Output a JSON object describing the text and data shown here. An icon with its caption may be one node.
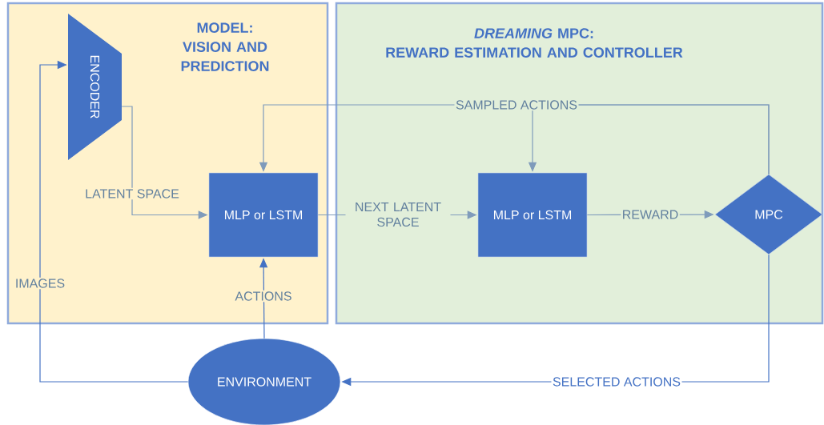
{
  "diagram": {
    "nodes": [
      {
        "text": [
          "MODEL:",
          "VISION AND PREDICTION"
        ]
      },
      {
        "text": [
          "*DREAMING* MPC:",
          "REWARD ESTIMATION AND CONTROLLER"
        ]
      },
      {
        "text": [
          "ENCODER"
        ],
        "in": 0
      },
      {
        "text": [
          "MLP or LSTM"
        ],
        "in": 0
      },
      {
        "text": [
          "MLP or LSTM"
        ],
        "in": 1
      },
      {
        "text": [
          "MPC"
        ],
        "in": 1
      },
      {
        "text": [
          "ENVIRONMENT"
        ]
      }
    ],
    "edges": [
      {
        "from": 6,
        "to": 2,
        "arrow": "to",
        "label": "IMAGES",
        "color": "#4472c4"
      },
      {
        "from": 2,
        "to": 3,
        "arrow": "to",
        "label": "LATENT SPACE"
      },
      {
        "from": 6,
        "to": 3,
        "arrow": "to",
        "label": "ACTIONS",
        "color": "#4472c4"
      },
      {
        "from": 3,
        "to": 4,
        "arrow": "to",
        "label": "NEXT LATENT SPACE"
      },
      {
        "from": 4,
        "to": 5,
        "arrow": "to",
        "label": "REWARD"
      },
      {
        "from": 5,
        "to": 3,
        "arrow": "to",
        "label": "SAMPLED ACTIONS"
      },
      {
        "from": 5,
        "to": 4,
        "arrow": "to"
      },
      {
        "from": 5,
        "to": 6,
        "arrow": "to",
        "label": "SELECTED ACTIONS",
        "color": "#4472c4"
      }
    ]
  }
}
